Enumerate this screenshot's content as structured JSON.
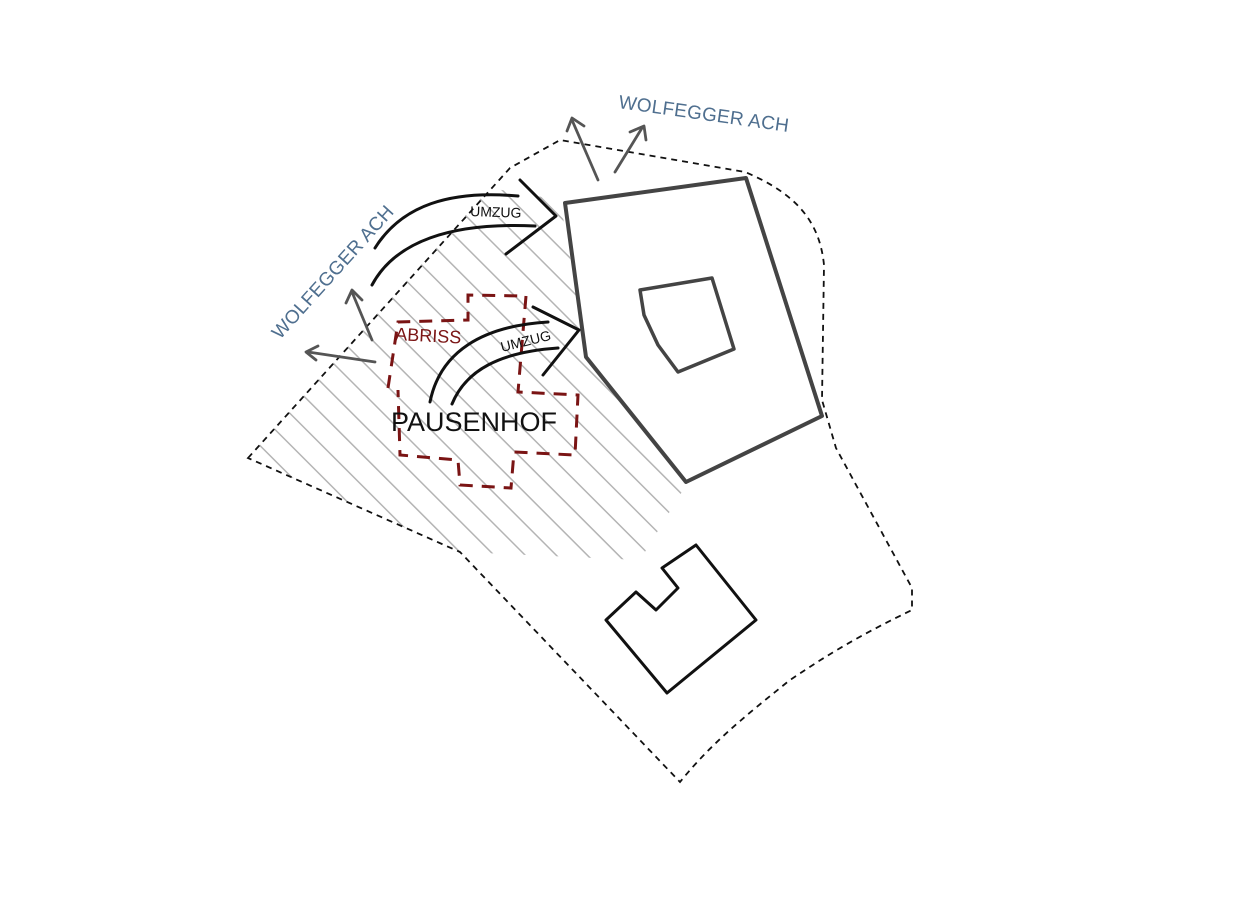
{
  "labels": {
    "river_top": "WOLFEGGER ACH",
    "river_left": "WOLFEGGER ACH",
    "move_top": "UMZUG",
    "move_middle": "UMZUG",
    "demolition": "ABRISS",
    "schoolyard": "PAUSENHOF"
  },
  "colors": {
    "river_label": "#4f6f8f",
    "demolition": "#7a1414",
    "hatch": "#b4b4b4",
    "building_outline": "#444444",
    "ink": "#111111"
  },
  "icons": {
    "flow_arrow": "arrow-icon",
    "move_arrow": "curved-arrow-icon"
  }
}
